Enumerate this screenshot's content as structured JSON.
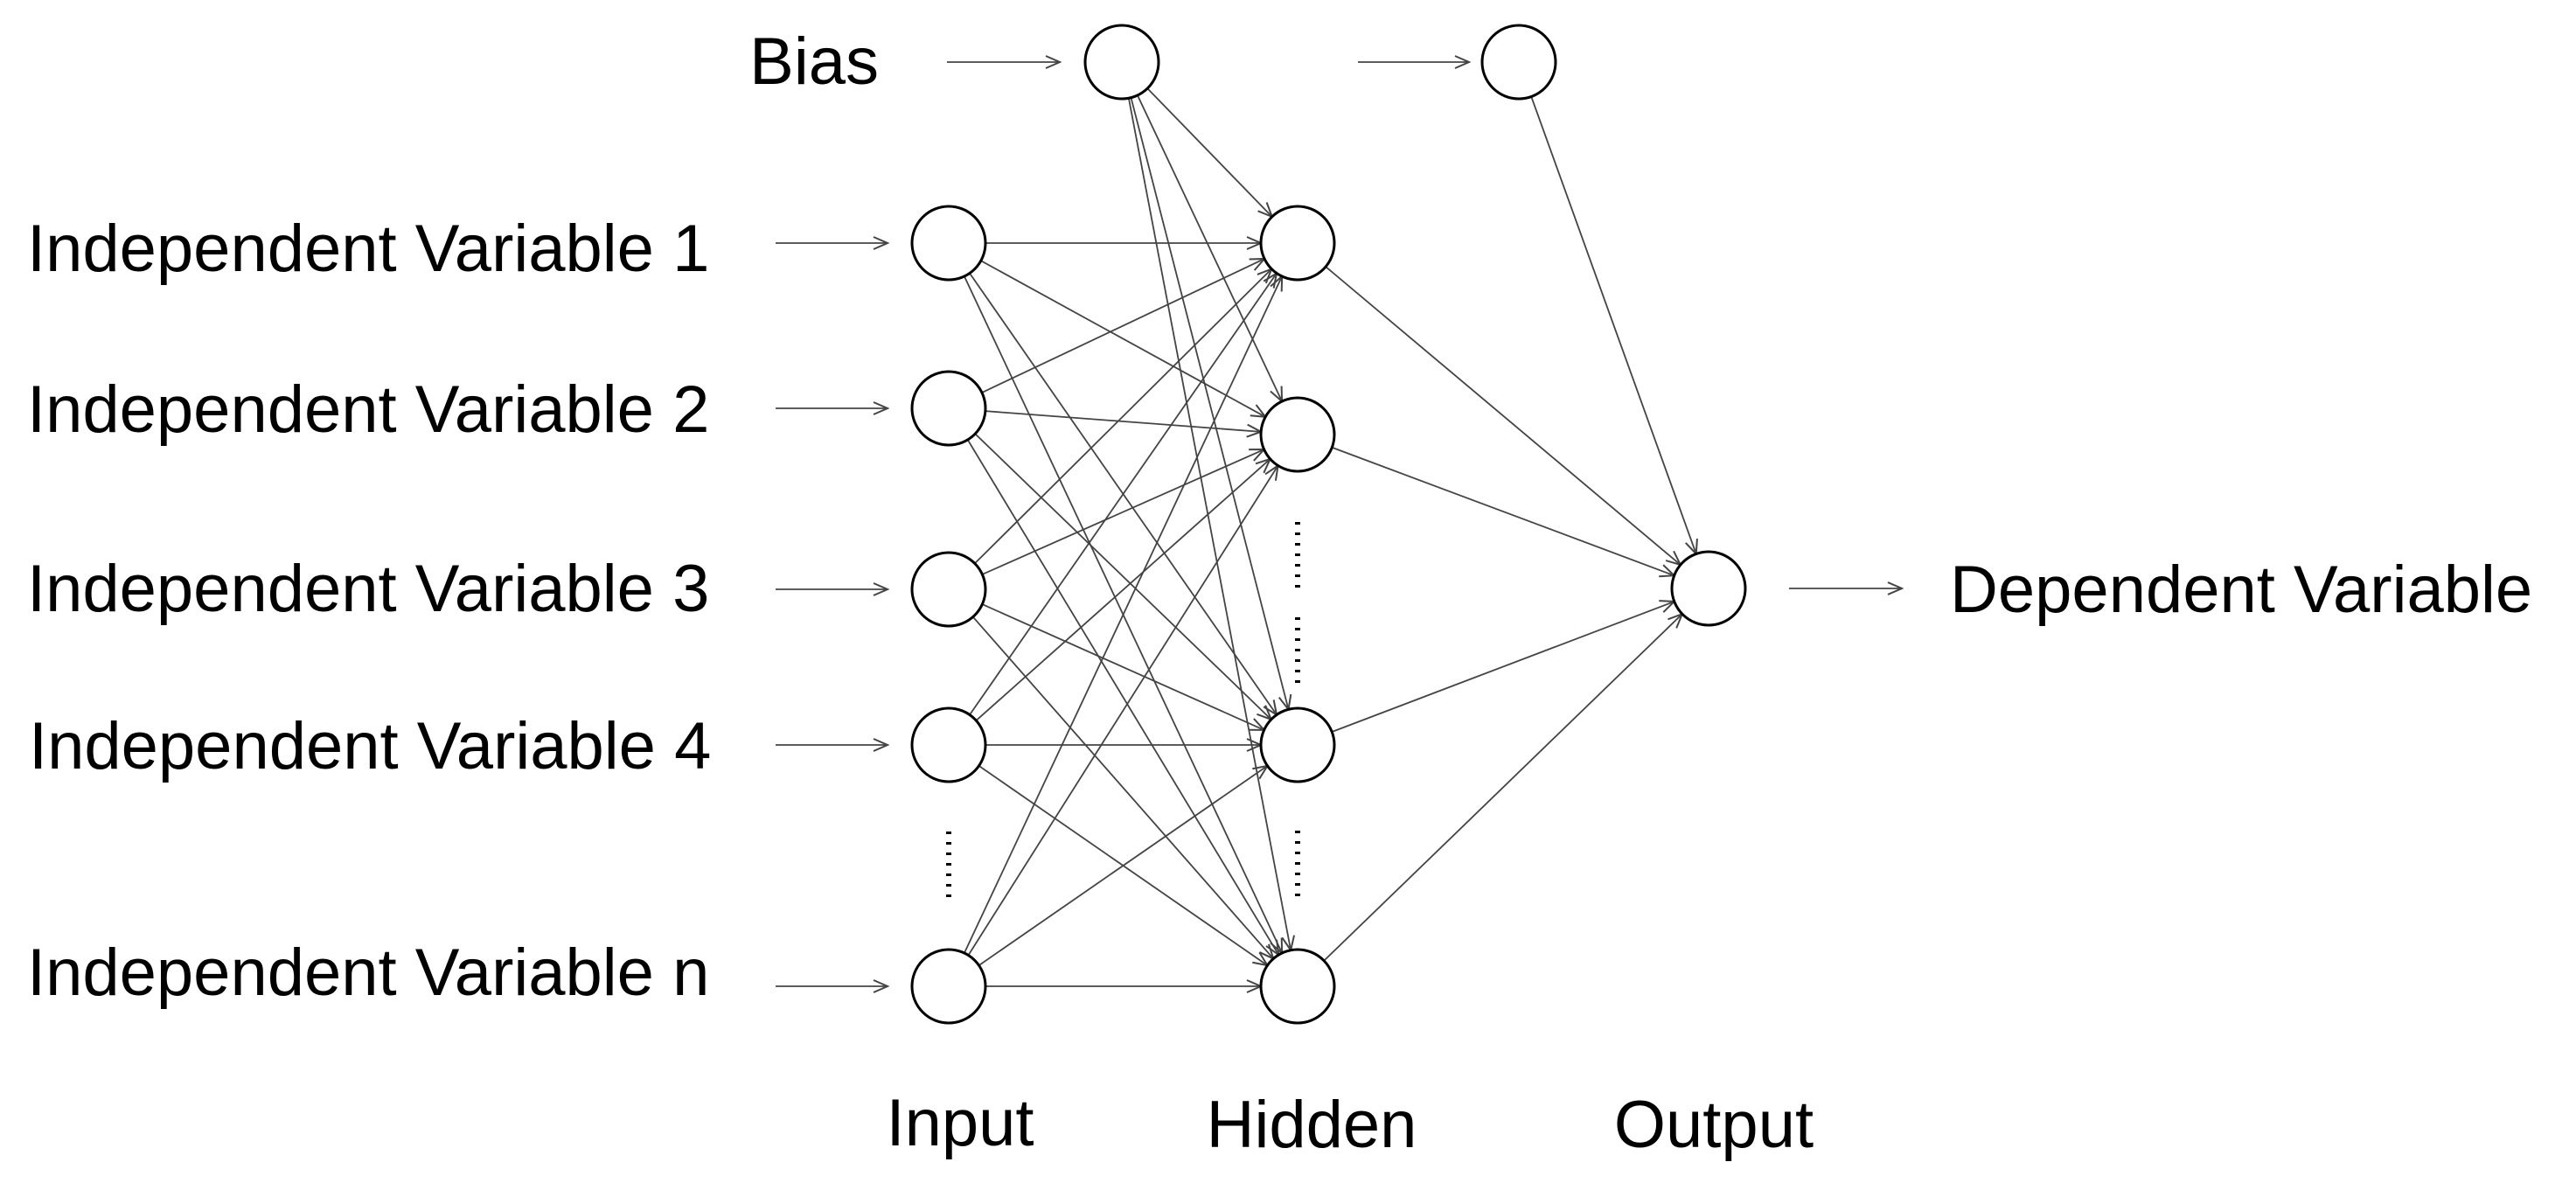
{
  "diagram": {
    "labels": {
      "bias": "Bias",
      "inputs": [
        "Independent Variable 1",
        "Independent Variable 2",
        "Independent Variable 3",
        "Independent Variable 4",
        "Independent Variable n"
      ],
      "output": "Dependent Variable"
    },
    "layers": {
      "input": "Input",
      "hidden": "Hidden",
      "output": "Output"
    }
  }
}
